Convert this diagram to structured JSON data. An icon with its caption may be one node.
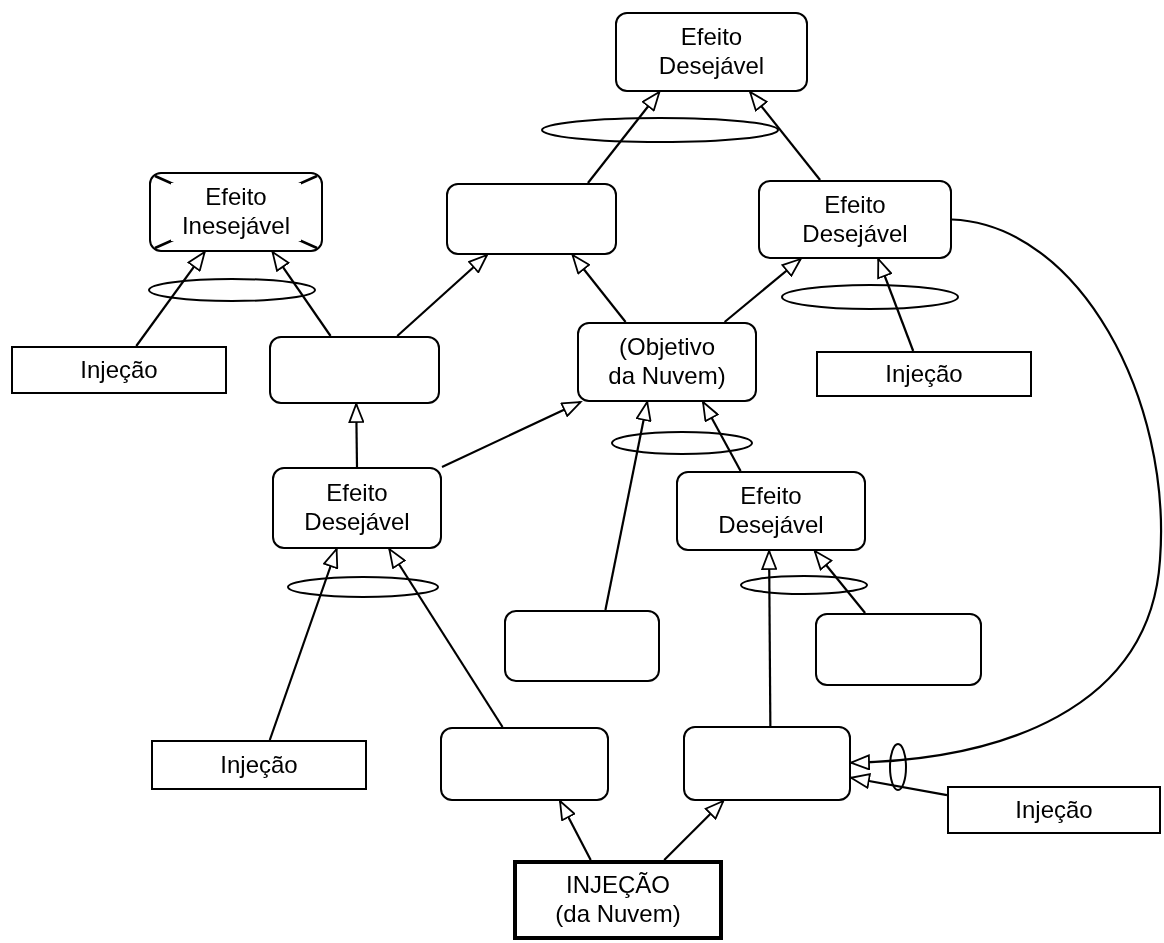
{
  "diagram": {
    "nodes": [
      {
        "text": [
          "Efeito Desejável"
        ]
      },
      {
        "text": [
          "Efeito Inesejável"
        ]
      },
      {
        "text": [],
        "shape": "box"
      },
      {
        "text": [
          "Efeito Desejável"
        ]
      },
      {
        "text": [
          "Injeção"
        ]
      },
      {
        "text": [],
        "shape": "box"
      },
      {
        "text": [
          "(Objetivo da Nuvem)"
        ]
      },
      {
        "text": [
          "Injeção"
        ]
      },
      {
        "text": [
          "Efeito Desejável"
        ]
      },
      {
        "text": [
          "Efeito Desejável"
        ]
      },
      {
        "text": [],
        "shape": "box"
      },
      {
        "text": [],
        "shape": "box"
      },
      {
        "text": [
          "Injeção"
        ]
      },
      {
        "text": [],
        "shape": "box"
      },
      {
        "text": [],
        "shape": "box"
      },
      {
        "text": [
          "Injeção"
        ]
      },
      {
        "text": [
          "INJEÇÃO (da Nuvem)"
        ]
      }
    ],
    "edges": [
      {
        "from": 2,
        "to": 0,
        "arrow": "to"
      },
      {
        "from": 3,
        "to": 0,
        "arrow": "to"
      },
      {
        "from": 4,
        "to": 1,
        "arrow": "to"
      },
      {
        "from": 5,
        "to": 1,
        "arrow": "to"
      },
      {
        "from": 5,
        "to": 2,
        "arrow": "to"
      },
      {
        "from": 6,
        "to": 2,
        "arrow": "to"
      },
      {
        "from": 6,
        "to": 3,
        "arrow": "to"
      },
      {
        "from": 7,
        "to": 3,
        "arrow": "to"
      },
      {
        "from": 8,
        "to": 5,
        "arrow": "to"
      },
      {
        "from": 8,
        "to": 6,
        "arrow": "to"
      },
      {
        "from": 10,
        "to": 6,
        "arrow": "to"
      },
      {
        "from": 9,
        "to": 6,
        "arrow": "to"
      },
      {
        "from": 12,
        "to": 8,
        "arrow": "to"
      },
      {
        "from": 13,
        "to": 8,
        "arrow": "to"
      },
      {
        "from": 14,
        "to": 9,
        "arrow": "to"
      },
      {
        "from": 11,
        "to": 9,
        "arrow": "to"
      },
      {
        "from": 16,
        "to": 13,
        "arrow": "to"
      },
      {
        "from": 16,
        "to": 14,
        "arrow": "to"
      },
      {
        "from": 3,
        "to": 14,
        "arrow": "to"
      },
      {
        "from": 15,
        "to": 14,
        "arrow": "to"
      }
    ]
  }
}
